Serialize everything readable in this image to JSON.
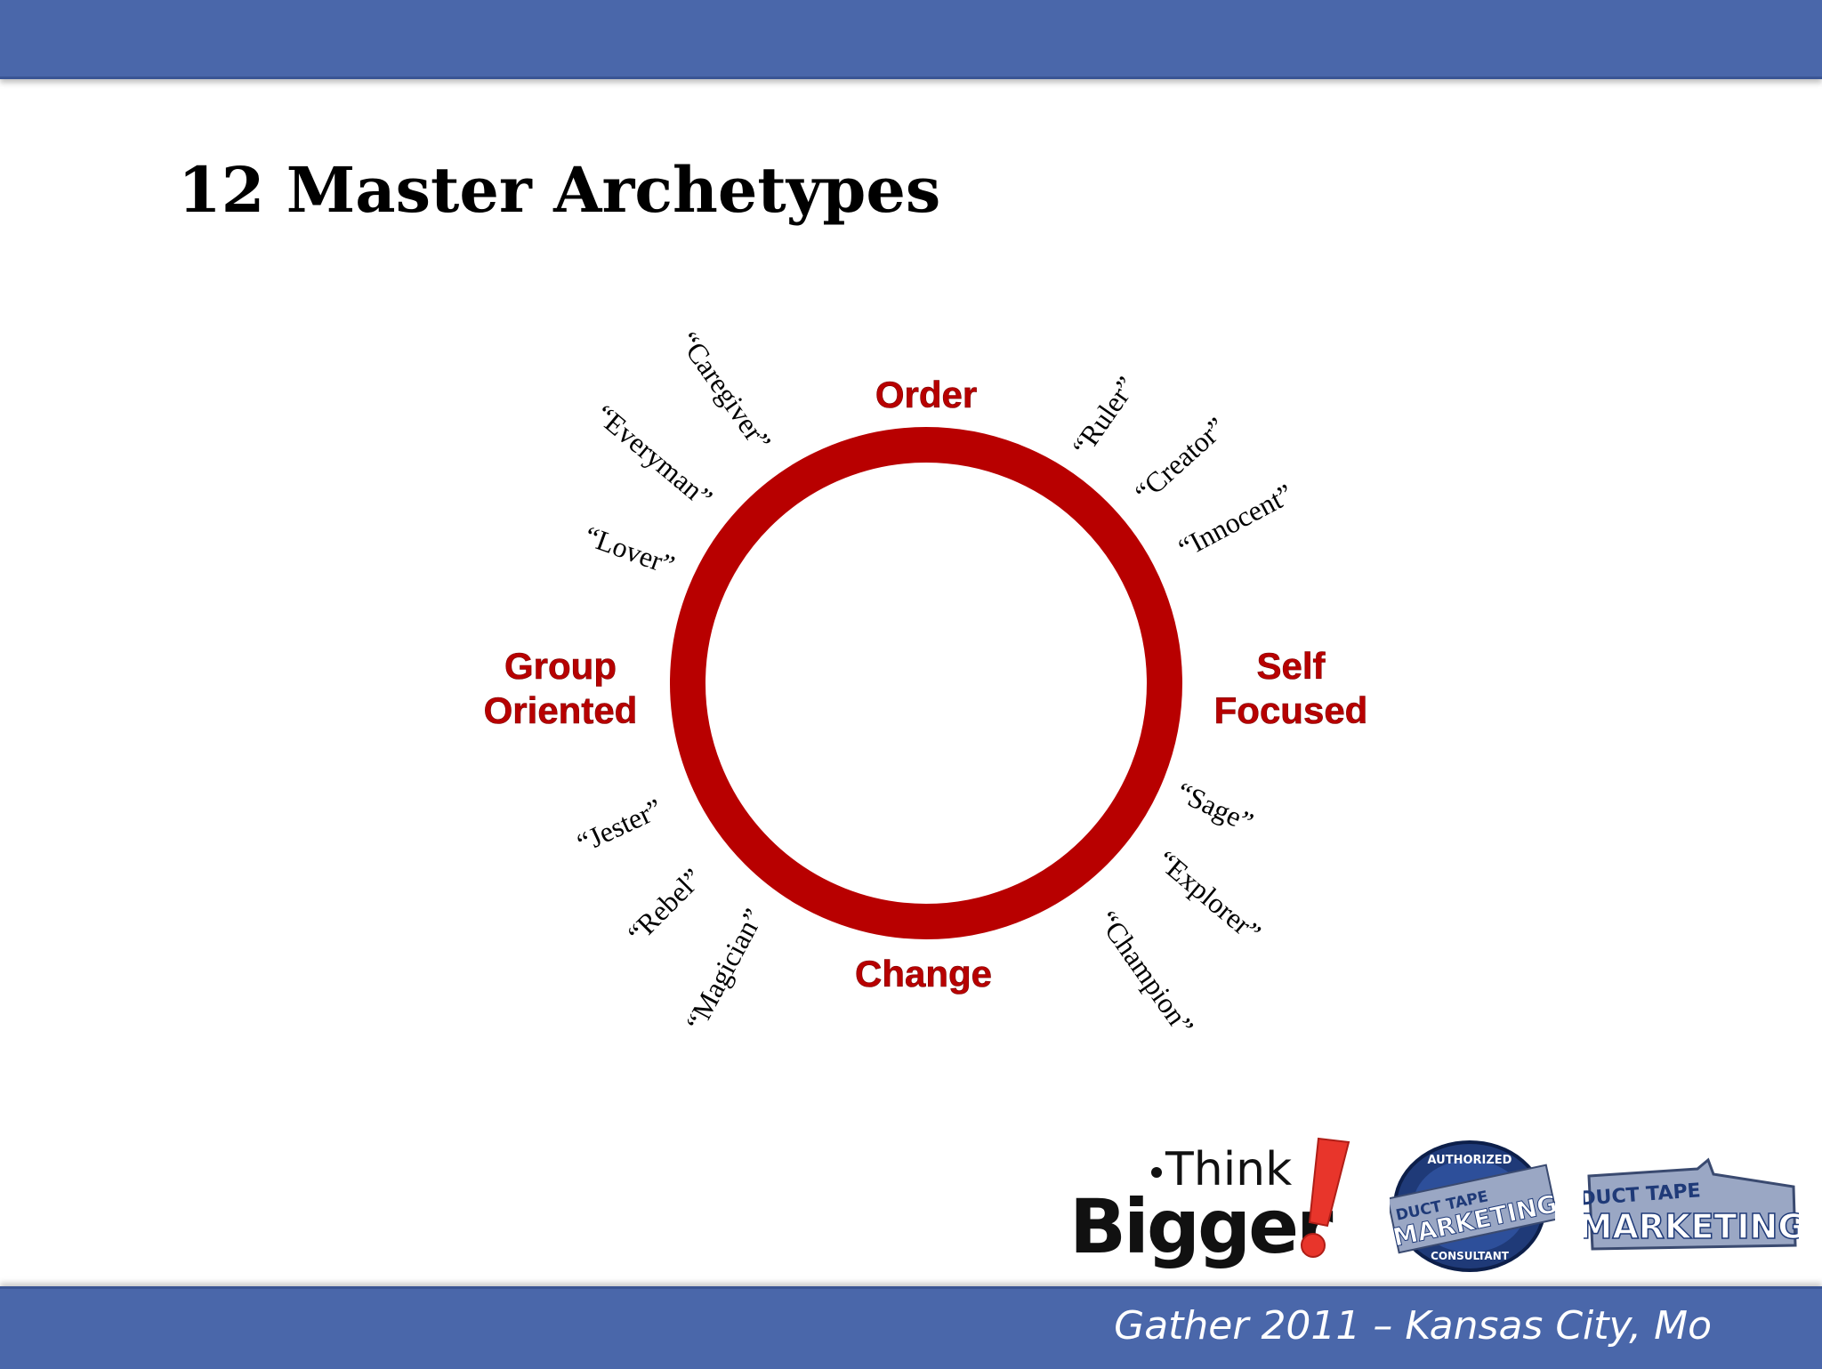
{
  "slide": {
    "title": "12 Master Archetypes",
    "footer": "Gather 2011 – Kansas City, Mo"
  },
  "diagram": {
    "ring_color": "#b80000",
    "poles": {
      "top": "Order",
      "bottom": "Change",
      "left_line1": "Group",
      "left_line2": "Oriented",
      "right_line1": "Self",
      "right_line2": "Focused"
    },
    "archetypes": {
      "caregiver": "“Caregiver”",
      "everyman": "“Everyman”",
      "lover": "“Lover”",
      "ruler": "“Ruler”",
      "creator": "“Creator”",
      "innocent": "“Innocent”",
      "jester": "“Jester”",
      "rebel": "“Rebel”",
      "magician": "“Magician”",
      "sage": "“Sage”",
      "explorer": "“Explorer”",
      "champion": "“Champion”"
    }
  },
  "logos": {
    "think_line1": "Think",
    "think_line2": "Bigger",
    "badge_top": "AUTHORIZED",
    "badge_mid1": "DUCT TAPE",
    "badge_mid2": "MARKETING",
    "badge_bottom": "CONSULTANT",
    "tape_line1": "DUCT TAPE",
    "tape_line2": "MARKETING"
  },
  "colors": {
    "bar": "#4a67aa",
    "accent_red": "#b80000",
    "badge_navy": "#1f3a78"
  }
}
